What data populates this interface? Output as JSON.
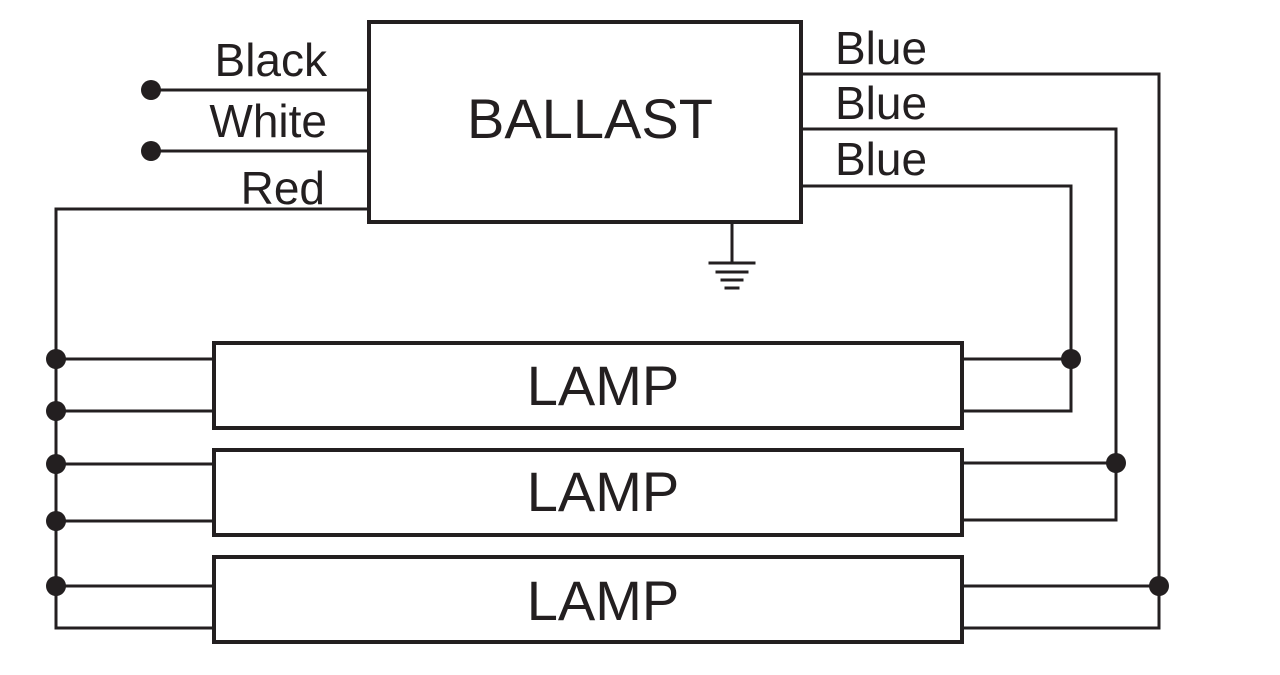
{
  "diagram": {
    "title": "Ballast wiring diagram - three lamps",
    "colors": {
      "line": "#231f20",
      "background": "#ffffff"
    },
    "ballast": {
      "label": "BALLAST"
    },
    "input_wires": [
      {
        "label": "Black",
        "terminal": true
      },
      {
        "label": "White",
        "terminal": true
      },
      {
        "label": "Red",
        "terminal": false
      }
    ],
    "output_wires": [
      {
        "label": "Blue",
        "connects_to_lamp": 3
      },
      {
        "label": "Blue",
        "connects_to_lamp": 2
      },
      {
        "label": "Blue",
        "connects_to_lamp": 1
      }
    ],
    "ground": {
      "icon": "ground-icon"
    },
    "lamps": [
      {
        "label": "LAMP"
      },
      {
        "label": "LAMP"
      },
      {
        "label": "LAMP"
      }
    ]
  }
}
